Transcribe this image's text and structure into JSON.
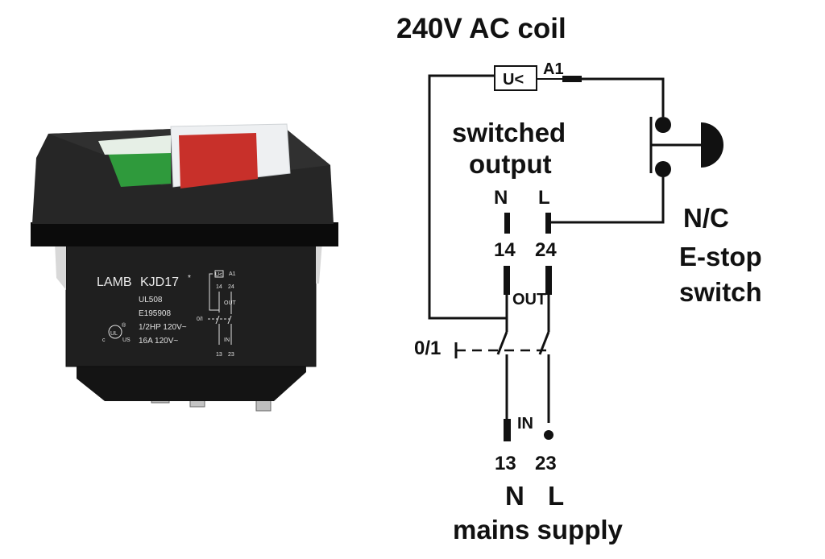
{
  "diagram": {
    "coil_title": "240V AC coil",
    "coil_terminal": "A1",
    "coil_symbol": "U<",
    "output_label_line1": "switched",
    "output_label_line2": "output",
    "output_n": "N",
    "output_l": "L",
    "term_14": "14",
    "term_24": "24",
    "out_tag": "OUT",
    "in_tag": "IN",
    "term_13": "13",
    "term_23": "23",
    "switch_label": "0/1",
    "supply_n": "N",
    "supply_l": "L",
    "supply_label": "mains supply",
    "estop_line1": "N/C",
    "estop_line2": "E-stop",
    "estop_line3": "switch"
  },
  "device": {
    "brand": "LAMB",
    "model": "KJD17",
    "model_mark": "*",
    "cert_line1": "UL508",
    "cert_line2": "E195908",
    "rating_hp": "1/2HP 120V~",
    "rating_amp": "16A 120V~",
    "ul_mark": "UL",
    "ul_c": "c",
    "ul_us": "US",
    "ul_reg": "®",
    "mini_a1": "A1",
    "mini_coil": "U<",
    "mini_14": "14",
    "mini_24": "24",
    "mini_out": "OUT",
    "mini_switch": "0/I",
    "mini_in": "IN",
    "mini_13": "13",
    "mini_23": "23"
  },
  "colors": {
    "housing": "#1e1e1e",
    "housing_top": "#2c2c2c",
    "red_button": "#c8302a",
    "green_button": "#2f9a3c",
    "wire": "#111111"
  }
}
